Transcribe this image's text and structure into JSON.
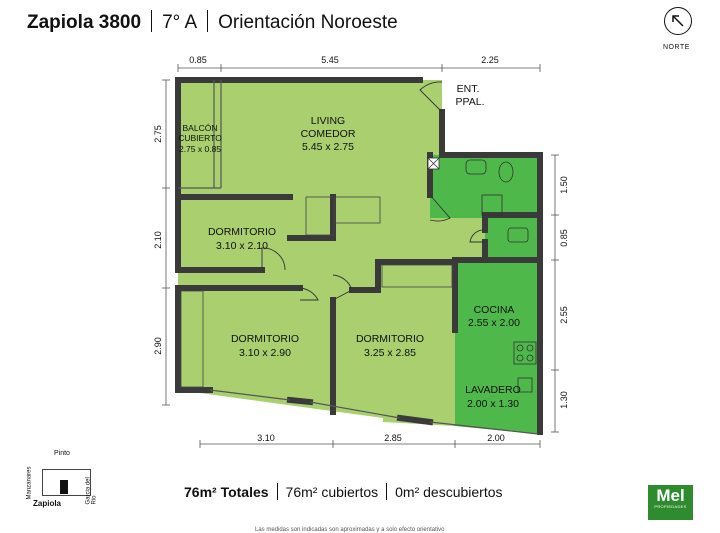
{
  "header": {
    "address": "Zapiola 3800",
    "unit": "7° A",
    "orientation": "Orientación Noroeste"
  },
  "compass": {
    "label": "NORTE",
    "icon": "north-arrow-icon"
  },
  "rooms": [
    {
      "name": "BALCÓN CUBIERTO",
      "line1": "BALCÓN",
      "line2": "CUBIERTO",
      "size": "2.75 x 0.85"
    },
    {
      "name": "LIVING COMEDOR",
      "line1": "LIVING",
      "line2": "COMEDOR",
      "size": "5.45 x 2.75"
    },
    {
      "name": "ENT. PPAL.",
      "line1": "ENT.",
      "line2": "PPAL."
    },
    {
      "name": "DORMITORIO",
      "size": "3.10 x 2.10"
    },
    {
      "name": "DORMITORIO",
      "size": "3.10 x 2.90"
    },
    {
      "name": "DORMITORIO",
      "size": "3.25 x 2.85"
    },
    {
      "name": "COCINA",
      "size": "2.55 x 2.00"
    },
    {
      "name": "LAVADERO",
      "size": "2.00 x 1.30"
    }
  ],
  "dimensions": {
    "top": [
      "0.85",
      "5.45",
      "2.25"
    ],
    "bottom": [
      "3.10",
      "2.85",
      "2.00"
    ],
    "left": [
      "2.75",
      "2.10",
      "2.90"
    ],
    "right": [
      "1.50",
      "0.85",
      "2.55",
      "1.30"
    ]
  },
  "footer": {
    "total": "76m² Totales",
    "covered": "76m² cubiertos",
    "uncovered": "0m² descubiertos"
  },
  "location": {
    "top_street": "Pinto",
    "bottom_street": "Zapiola",
    "left_street": "Manzanares",
    "right_street": "Garcia del Rio"
  },
  "logo": {
    "main": "Mel",
    "sub": "PROPIEDADES"
  },
  "disclaimer": "Las medidas son indicadas son aproximadas y a solo efecto orientativo",
  "colors": {
    "room_fill": "#a9cf6e",
    "wet_fill": "#4fb84a",
    "wall": "#3a3a3a"
  }
}
